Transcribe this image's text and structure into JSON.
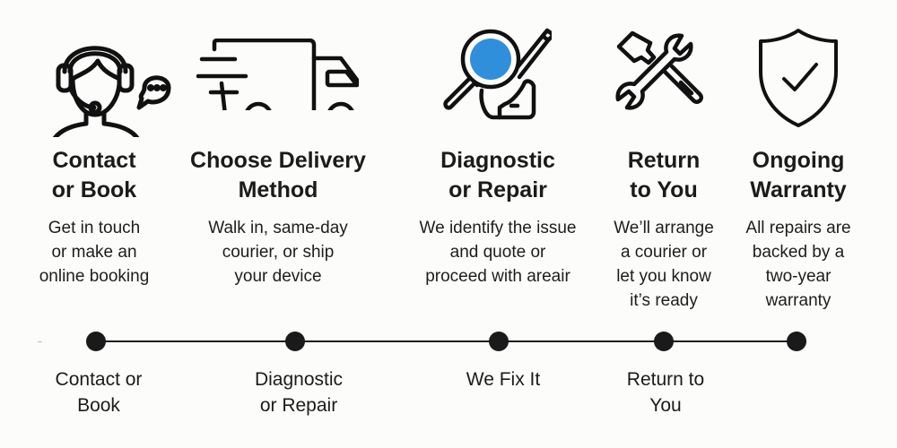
{
  "accent_color": "#2f8fdb",
  "steps": [
    {
      "icon": "headset-support-icon",
      "title_lines": [
        "Contact",
        "or Book"
      ],
      "desc_lines": [
        "Get in touch",
        "or make an",
        "online booking"
      ]
    },
    {
      "icon": "delivery-truck-icon",
      "title_lines": [
        "Choose Delivery",
        "Method"
      ],
      "desc_lines": [
        "Walk in, same-day",
        "courier, or ship",
        "your device"
      ]
    },
    {
      "icon": "magnifier-screwdriver-icon",
      "title_lines": [
        "Diagnostic",
        "or Repair"
      ],
      "desc_lines": [
        "We identify the issue",
        "and quote or",
        "proceed with areair"
      ]
    },
    {
      "icon": "wrench-screwdriver-icon",
      "title_lines": [
        "Return",
        "to You"
      ],
      "desc_lines": [
        "We’ll arrange",
        "a courier or",
        "let you know",
        "it’s ready"
      ]
    },
    {
      "icon": "shield-check-icon",
      "title_lines": [
        "Ongoing",
        "Warranty"
      ],
      "desc_lines": [
        "All repairs are",
        "backed by a",
        "two-year",
        "warranty"
      ]
    }
  ],
  "timeline": {
    "labels": [
      [
        "Contact or",
        "Book"
      ],
      [
        "Diagnostic",
        "or Repair"
      ],
      [
        "We Fix It"
      ],
      [
        "Return to",
        "You"
      ]
    ]
  }
}
